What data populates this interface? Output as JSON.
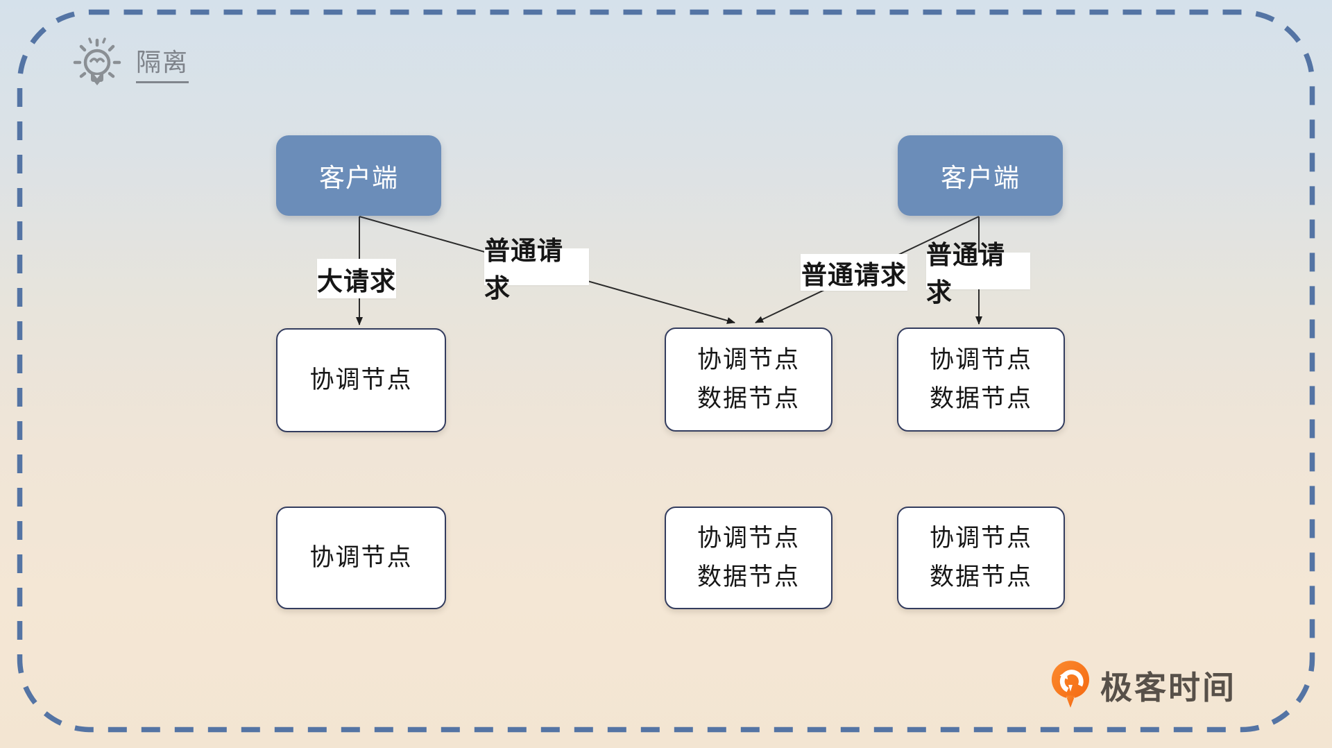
{
  "section_label": "隔离",
  "clients": {
    "left": "客户端",
    "right": "客户端"
  },
  "edges": {
    "big_request": "大请求",
    "normal_request_left": "普通请求",
    "normal_request_mid": "普通请求",
    "normal_request_right": "普通请求"
  },
  "nodes": {
    "left_top": "协调节点",
    "left_bottom": "协调节点",
    "mid_top": [
      "协调节点",
      "数据节点"
    ],
    "mid_bottom": [
      "协调节点",
      "数据节点"
    ],
    "right_top": [
      "协调节点",
      "数据节点"
    ],
    "right_bottom": [
      "协调节点",
      "数据节点"
    ]
  },
  "logo_text": "极客时间",
  "colors": {
    "border_dash": "#5474a4",
    "client_fill": "#6b8db9",
    "node_border": "#333c5e",
    "arrow": "#2b2b2b",
    "logo_orange": "#f4660e",
    "background_top": "#d5e1eb",
    "background_bottom": "#f3e5d2"
  }
}
